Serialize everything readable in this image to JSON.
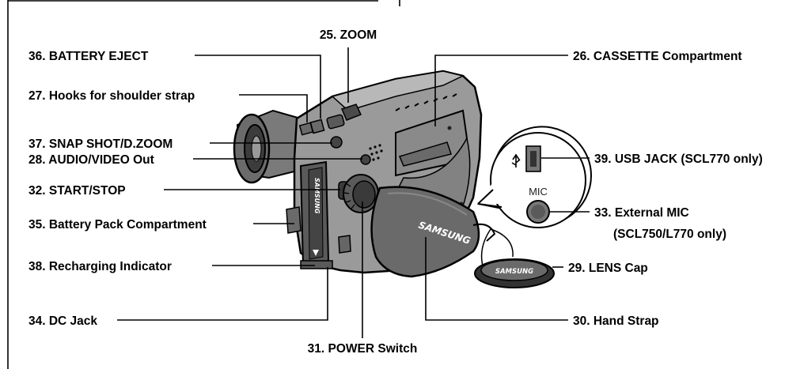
{
  "labels": {
    "zoom": "25. ZOOM",
    "battery_eject": "36. BATTERY EJECT",
    "cassette": "26. CASSETTE Compartment",
    "hooks": "27. Hooks for shoulder strap",
    "snap_shot": "37. SNAP SHOT/D.ZOOM",
    "audio_video": "28. AUDIO/VIDEO Out",
    "start_stop": "32. START/STOP",
    "battery_pack": "35. Battery Pack Compartment",
    "recharging": "38. Recharging Indicator",
    "dc_jack": "34. DC Jack",
    "power_switch": "31. POWER Switch",
    "usb_jack": "39. USB JACK (SCL770 only)",
    "external_mic_1": "33. External MIC",
    "external_mic_2": "(SCL750/L770 only)",
    "lens_cap": "29. LENS Cap",
    "hand_strap": "30. Hand Strap"
  },
  "callout": {
    "mic_text": "MIC",
    "usb_symbol": "⇕"
  },
  "brand": {
    "strap_text": "SAMSUNG",
    "cap_text": "SAMSUNG",
    "body_text": "SAMSUNG"
  },
  "colors": {
    "body_dark": "#5a5a5a",
    "body_mid": "#8c8c8c",
    "body_light": "#b5b5b5",
    "outline": "#000000"
  },
  "icons": {
    "usb": "usb-icon",
    "mic": "mic-icon"
  }
}
